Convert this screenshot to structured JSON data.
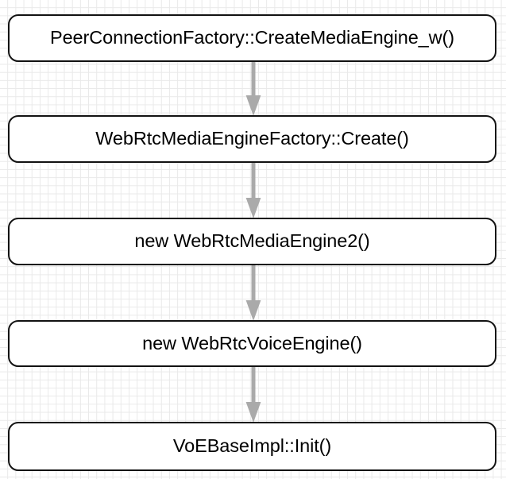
{
  "diagram": {
    "type": "flowchart",
    "orientation": "vertical-top-down",
    "background": "graph-paper-grid",
    "colors": {
      "node_border": "#121212",
      "node_fill": "#ffffff",
      "node_text": "#000000",
      "arrow": "#aaaaaa",
      "grid_line": "#e9e9e9",
      "canvas": "#ffffff"
    },
    "nodes": [
      {
        "id": "node-0",
        "label": "PeerConnectionFactory::CreateMediaEngine_w()"
      },
      {
        "id": "node-1",
        "label": "WebRtcMediaEngineFactory::Create()"
      },
      {
        "id": "node-2",
        "label": "new WebRtcMediaEngine2()"
      },
      {
        "id": "node-3",
        "label": "new WebRtcVoiceEngine()"
      },
      {
        "id": "node-4",
        "label": "VoEBaseImpl::Init()"
      }
    ],
    "edges": [
      {
        "id": "edge-0",
        "from": "node-0",
        "to": "node-1",
        "style": "solid-arrow-down"
      },
      {
        "id": "edge-1",
        "from": "node-1",
        "to": "node-2",
        "style": "solid-arrow-down"
      },
      {
        "id": "edge-2",
        "from": "node-2",
        "to": "node-3",
        "style": "solid-arrow-down"
      },
      {
        "id": "edge-3",
        "from": "node-3",
        "to": "node-4",
        "style": "solid-arrow-down"
      }
    ]
  }
}
